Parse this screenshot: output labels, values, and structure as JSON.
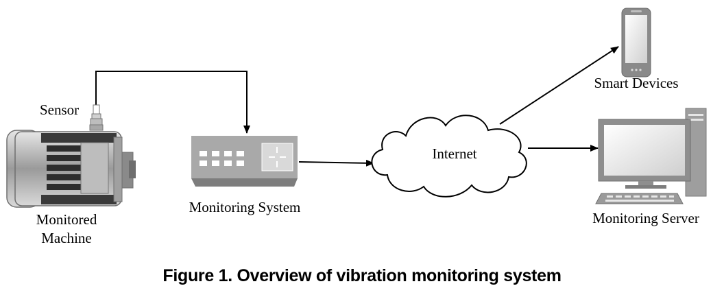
{
  "labels": {
    "sensor": "Sensor",
    "machine_line1": "Monitored",
    "machine_line2": "Machine",
    "monitoring_system": "Monitoring System",
    "internet": "Internet",
    "smart_devices": "Smart Devices",
    "monitoring_server": "Monitoring Server"
  },
  "caption": "Figure 1. Overview of vibration monitoring system",
  "colors": {
    "line": "#000000",
    "device_dark": "#8f8f8f",
    "device_light": "#d6d6d6",
    "switch_body": "#bfbfbf",
    "screen": "#ffffff"
  },
  "icons": [
    "motor-icon",
    "sensor-icon",
    "network-switch-icon",
    "cloud-icon",
    "smartphone-icon",
    "desktop-computer-icon"
  ]
}
